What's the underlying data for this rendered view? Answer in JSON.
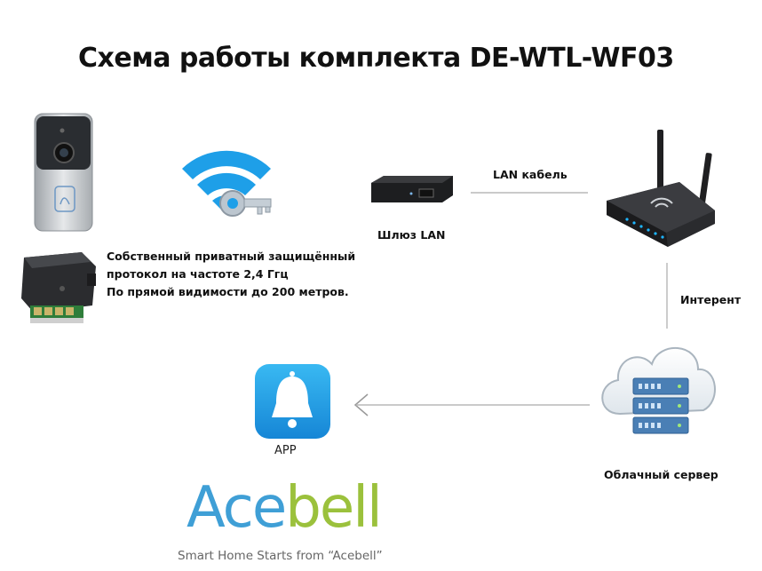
{
  "title": "Схема работы комплекта DE-WTL-WF03",
  "protocol_lines": [
    "Собственный приватный защищённый",
    "протокол на частоте 2,4 Ггц",
    "По прямой видимости до 200 метров."
  ],
  "labels": {
    "gateway": "Шлюз LAN",
    "lan_cable": "LAN кабель",
    "internet": "Интерент",
    "cloud": "Облачный сервер",
    "app": "APP"
  },
  "logo": {
    "part1": "Ace",
    "part2": "bell",
    "tagline": "Smart Home Starts from “Acebell”"
  },
  "colors": {
    "wifi_blue": "#1e9fe8",
    "app_blue": "#1ea0e6",
    "logo_blue": "#3f9fd6",
    "logo_green": "#9bc13c",
    "server_blue": "#4a7fb5"
  }
}
